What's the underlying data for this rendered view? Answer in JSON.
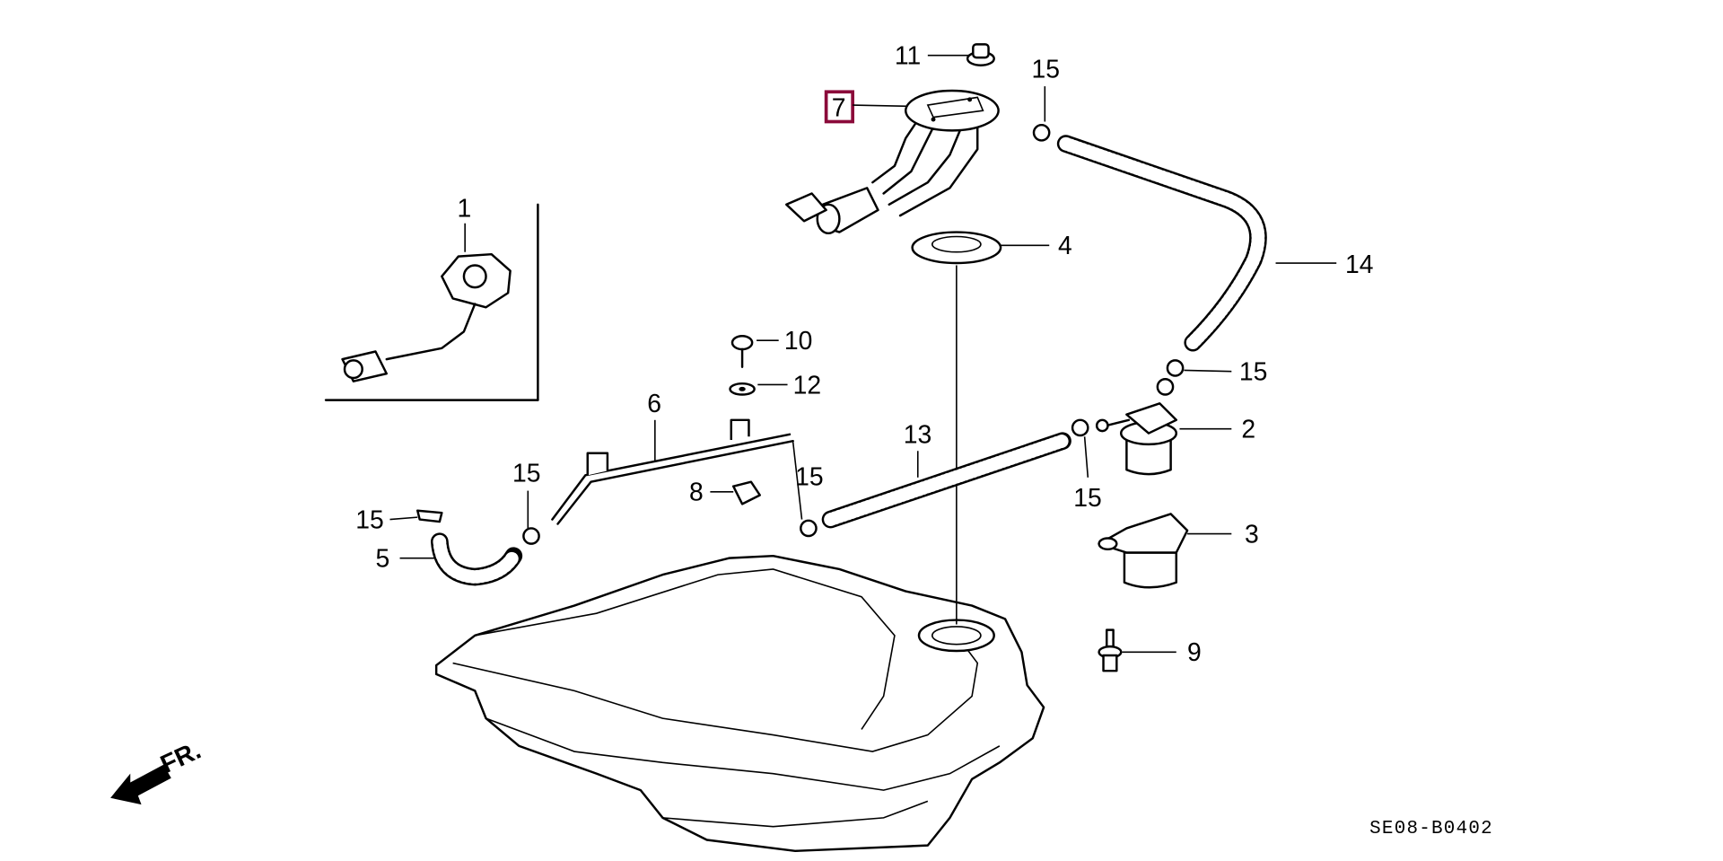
{
  "diagram": {
    "highlight_color": "#8b0a3a",
    "highlighted_part": "7",
    "diagram_code": "SE08-B0402",
    "front_label": "FR.",
    "callouts": {
      "p1": "1",
      "p2": "2",
      "p3": "3",
      "p4": "4",
      "p5": "5",
      "p6": "6",
      "p7": "7",
      "p8": "8",
      "p9": "9",
      "p10": "10",
      "p11": "11",
      "p12": "12",
      "p13": "13",
      "p14": "14",
      "p15a": "15",
      "p15b": "15",
      "p15c": "15",
      "p15d": "15",
      "p15e": "15",
      "p15f": "15"
    }
  }
}
